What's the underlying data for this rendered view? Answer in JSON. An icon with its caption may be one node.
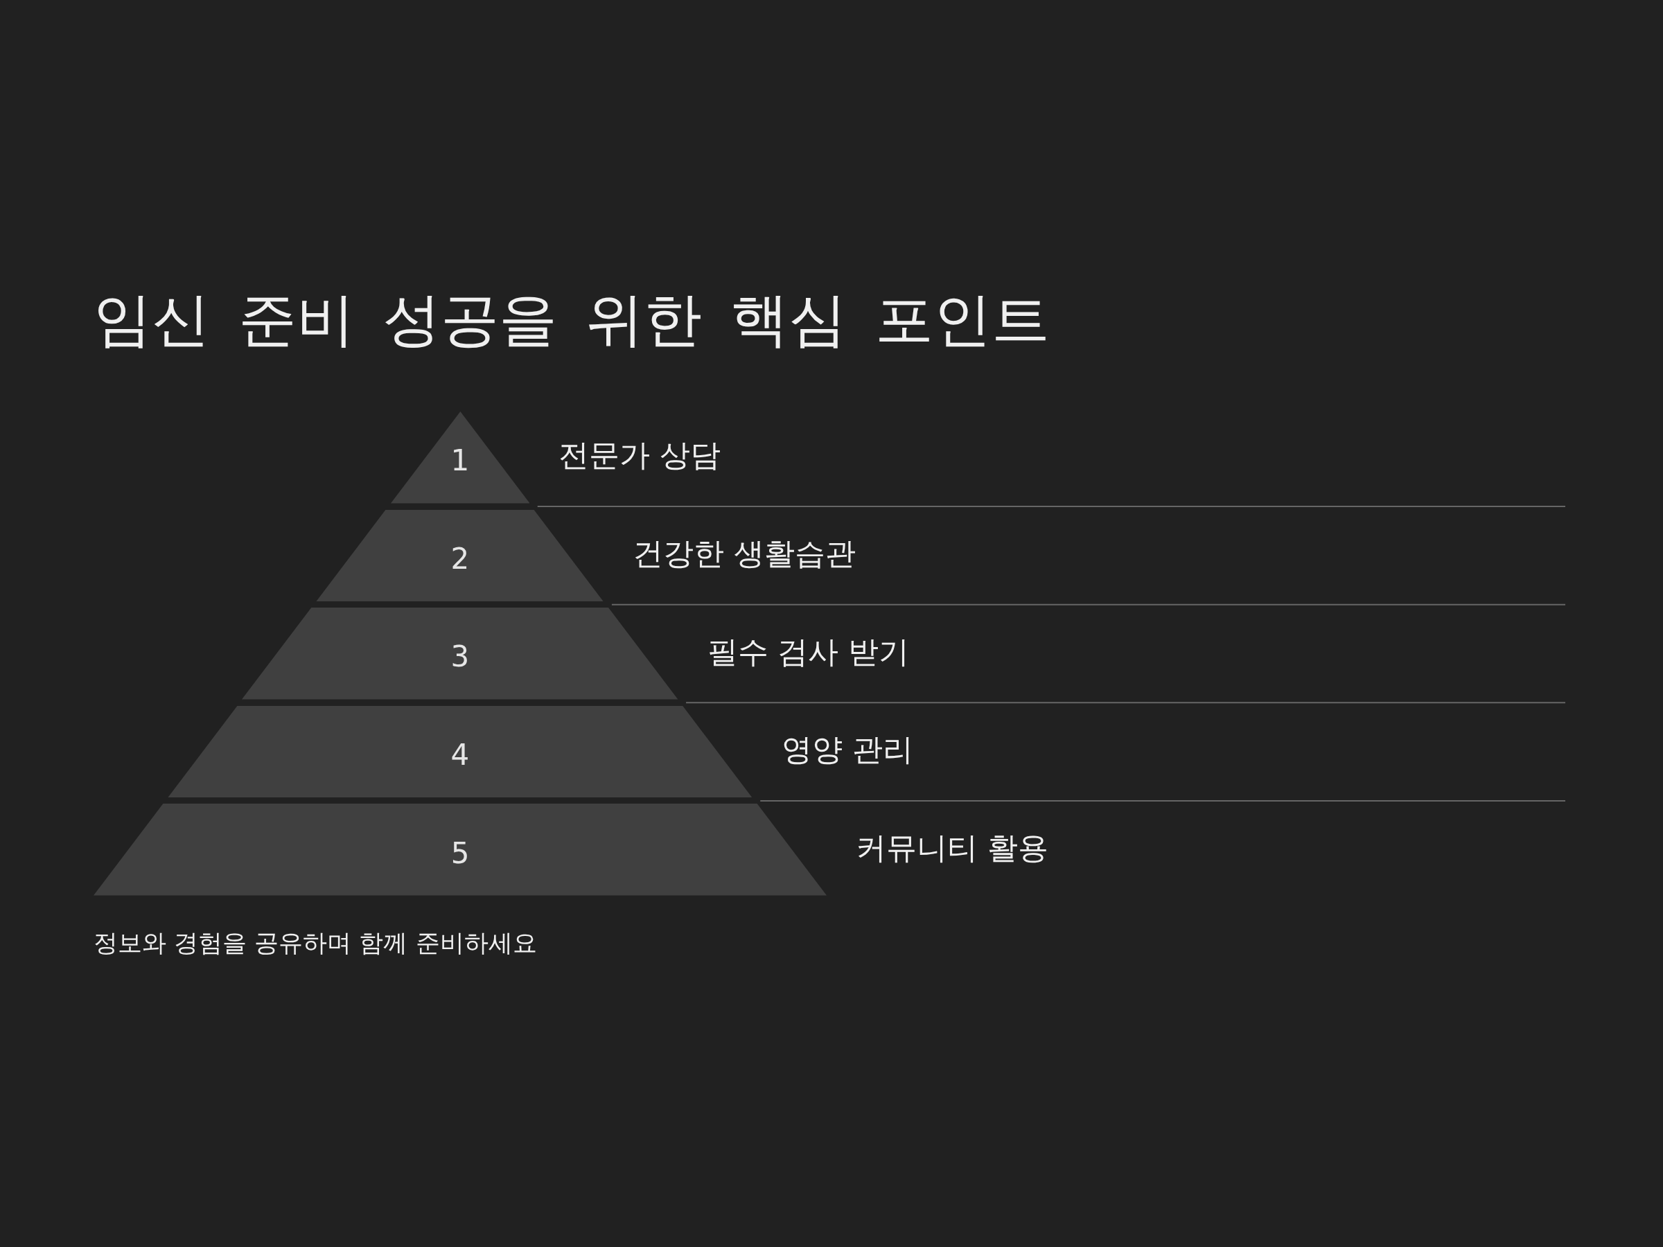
{
  "diagram": {
    "title": "임신 준비 성공을 위한 핵심 포인트",
    "nodes": [
      {
        "text": [
          "1"
        ],
        "beside": [
          "전문가 상담"
        ]
      },
      {
        "text": [
          "2"
        ],
        "beside": [
          "건강한 생활습관"
        ]
      },
      {
        "text": [
          "3"
        ],
        "beside": [
          "필수 검사 받기"
        ]
      },
      {
        "text": [
          "4"
        ],
        "beside": [
          "영양 관리"
        ]
      },
      {
        "text": [
          "5"
        ],
        "beside": [
          "커뮤니티 활용"
        ]
      }
    ],
    "caption": "정보와 경험을 공유하며 함께 준비하세요"
  }
}
